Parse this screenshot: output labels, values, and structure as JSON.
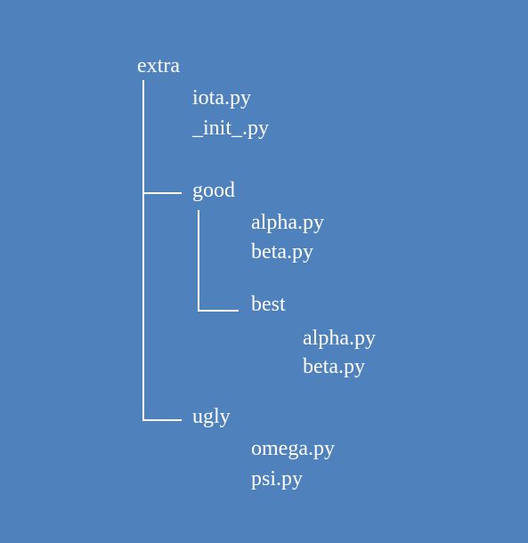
{
  "tree": {
    "root": "extra",
    "children": [
      {
        "label": "iota.py"
      },
      {
        "label": "_init_.py"
      },
      {
        "label": "good",
        "children": [
          {
            "label": "alpha.py"
          },
          {
            "label": "beta.py"
          },
          {
            "label": "best",
            "children": [
              {
                "label": "alpha.py"
              },
              {
                "label": "beta.py"
              }
            ]
          }
        ]
      },
      {
        "label": "ugly",
        "children": [
          {
            "label": "omega.py"
          },
          {
            "label": "psi.py"
          }
        ]
      }
    ]
  },
  "colors": {
    "background": "#4f81bd",
    "foreground": "#ffffff"
  }
}
